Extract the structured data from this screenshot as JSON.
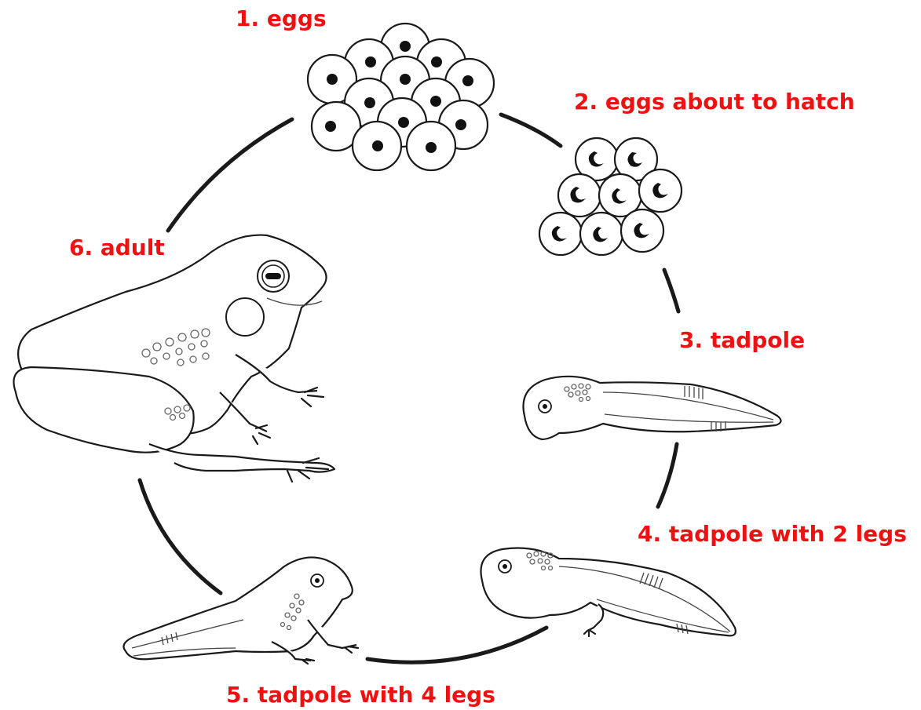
{
  "diagram": {
    "stages": [
      {
        "id": "eggs",
        "label": "1.  eggs"
      },
      {
        "id": "eggs-hatching",
        "label": "2.  eggs about to hatch"
      },
      {
        "id": "tadpole",
        "label": "3.  tadpole"
      },
      {
        "id": "tadpole-2-legs",
        "label": "4.  tadpole with 2 legs"
      },
      {
        "id": "tadpole-4-legs",
        "label": "5. tadpole with 4 legs"
      },
      {
        "id": "adult",
        "label": "6. adult"
      }
    ],
    "label_color": "#ee1111"
  }
}
